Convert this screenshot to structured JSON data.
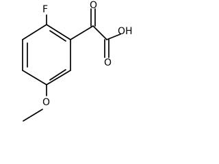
{
  "structure": {
    "atoms": {
      "fluorine": "F",
      "hydroxyl": "OH",
      "ketone_oxygen": "O",
      "acid_oxygen": "O",
      "ether_oxygen": "O"
    }
  }
}
